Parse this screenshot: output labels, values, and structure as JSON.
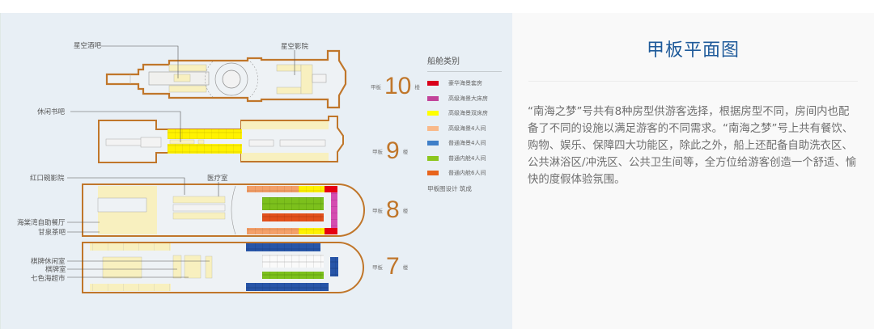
{
  "deck_plan": {
    "callouts": {
      "star_bar": "星空酒吧",
      "star_cinema": "星空影院",
      "leisure_book_bar": "休闲书吧",
      "red_mouth_cinema": "红口碗影院",
      "medical_room": "医疗室",
      "seaside_buffet": "海棠湾自助餐厅",
      "ganquan_tea": "甘泉茶吧",
      "chess_lounge": "棋牌休闲室",
      "chess_room": "棋牌室",
      "qise_supermarket": "七色海超市"
    },
    "decks": [
      {
        "prefix": "甲板",
        "number": "10",
        "suffix": "楼"
      },
      {
        "prefix": "甲板",
        "number": "9",
        "suffix": "楼"
      },
      {
        "prefix": "甲板",
        "number": "8",
        "suffix": "楼"
      },
      {
        "prefix": "甲板",
        "number": "7",
        "suffix": "楼"
      }
    ],
    "legend": {
      "title": "船舱类别",
      "items": [
        {
          "label": "豪华海景套房",
          "color": "#d9001b"
        },
        {
          "label": "高级海景大床房",
          "color": "#c2449a"
        },
        {
          "label": "高级海景双床房",
          "color": "#ffff00"
        },
        {
          "label": "高级海景4人间",
          "color": "#f9b98a"
        },
        {
          "label": "普通海景4人间",
          "color": "#3f7fc8"
        },
        {
          "label": "普通内舱4人间",
          "color": "#8cc61e"
        },
        {
          "label": "普通内舱6人间",
          "color": "#e8641c"
        }
      ],
      "credit": "甲板图设计  筑成"
    }
  },
  "info": {
    "title": "甲板平面图",
    "body": "“南海之梦”号共有8种房型供游客选择，根据房型不同，房间内也配备了不同的设施以满足游客的不同需求。“南海之梦”号上共有餐饮、购物、娱乐、保障四大功能区，除此之外，船上还配备自助洗衣区、公共淋浴区/冲洗区、公共卫生间等，全方位给游客创造一个舒适、愉快的度假体验氛围。",
    "title_color": "#1e5a9a"
  }
}
